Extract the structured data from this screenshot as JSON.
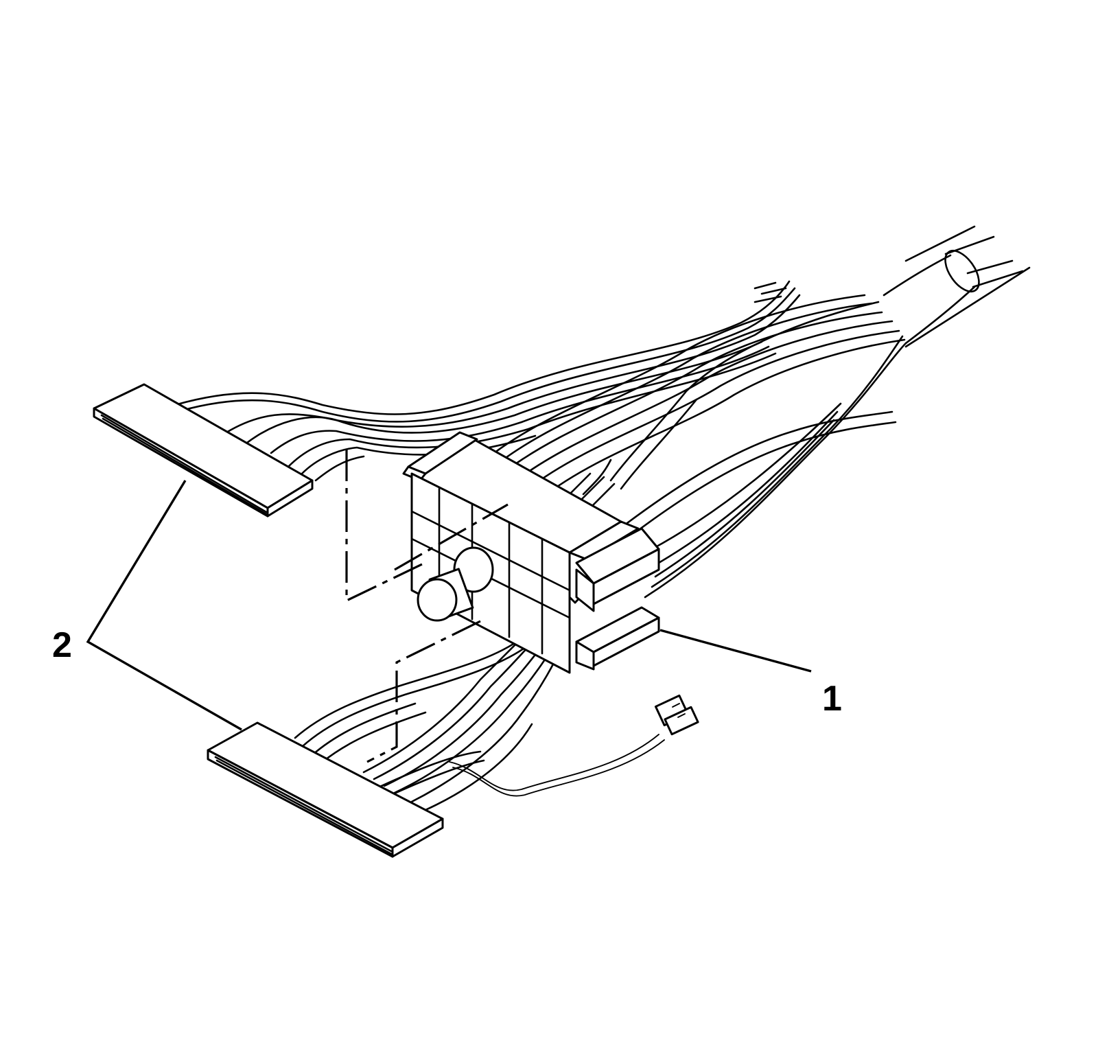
{
  "figure": {
    "callouts": [
      {
        "id": "1",
        "label": "1"
      },
      {
        "id": "2",
        "label": "2"
      }
    ],
    "colors": {
      "ink": "#000000",
      "paper": "#ffffff"
    },
    "parts": [
      "upper-flat-connector",
      "lower-flat-connector",
      "harness-bracket",
      "wiring-harness",
      "small-pigtail-connector"
    ]
  }
}
